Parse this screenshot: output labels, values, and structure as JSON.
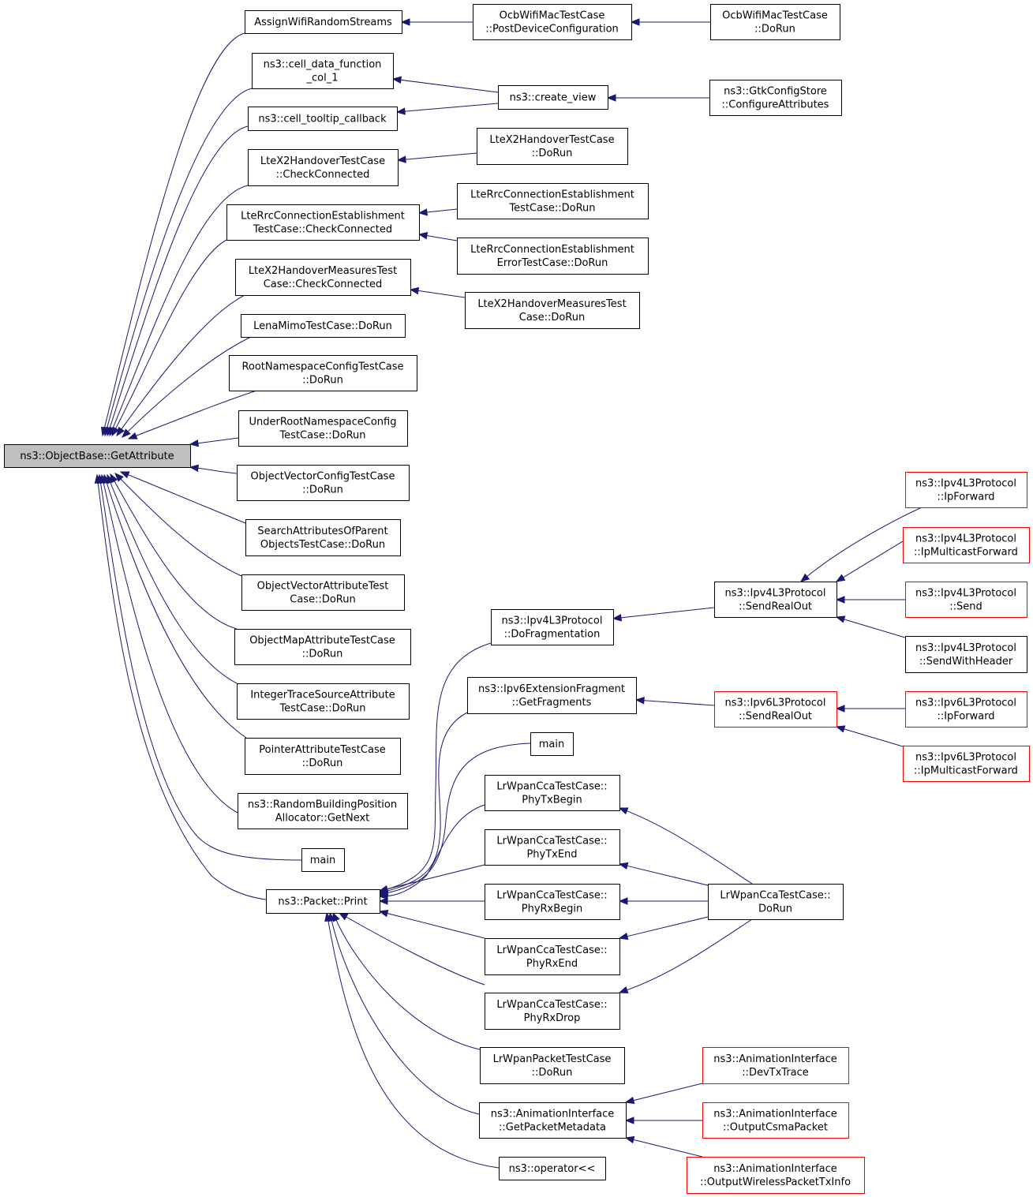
{
  "colors": {
    "edge": "#191970",
    "box_border": "#000000",
    "incomplete_border": "#ff0000",
    "root_fill": "#bfbfbf",
    "background": "#ffffff"
  },
  "nodes": [
    {
      "id": "root",
      "lines": [
        "ns3::ObjectBase::GetAttribute"
      ],
      "style": "root"
    },
    {
      "id": "n1",
      "lines": [
        "AssignWifiRandomStreams"
      ]
    },
    {
      "id": "n2",
      "lines": [
        "OcbWifiMacTestCase",
        "::PostDeviceConfiguration"
      ]
    },
    {
      "id": "n3",
      "lines": [
        "OcbWifiMacTestCase",
        "::DoRun"
      ]
    },
    {
      "id": "n4",
      "lines": [
        "ns3::cell_data_function",
        "_col_1"
      ]
    },
    {
      "id": "n5",
      "lines": [
        "ns3::create_view"
      ]
    },
    {
      "id": "n6",
      "lines": [
        "ns3::GtkConfigStore",
        "::ConfigureAttributes"
      ]
    },
    {
      "id": "n7",
      "lines": [
        "ns3::cell_tooltip_callback"
      ]
    },
    {
      "id": "n8",
      "lines": [
        "LteX2HandoverTestCase",
        "::CheckConnected"
      ]
    },
    {
      "id": "n9",
      "lines": [
        "LteX2HandoverTestCase",
        "::DoRun"
      ]
    },
    {
      "id": "n10",
      "lines": [
        "LteRrcConnectionEstablishment",
        "TestCase::CheckConnected"
      ]
    },
    {
      "id": "n11",
      "lines": [
        "LteRrcConnectionEstablishment",
        "TestCase::DoRun"
      ]
    },
    {
      "id": "n12",
      "lines": [
        "LteRrcConnectionEstablishment",
        "ErrorTestCase::DoRun"
      ]
    },
    {
      "id": "n13",
      "lines": [
        "LteX2HandoverMeasuresTest",
        "Case::CheckConnected"
      ]
    },
    {
      "id": "n14",
      "lines": [
        "LteX2HandoverMeasuresTest",
        "Case::DoRun"
      ]
    },
    {
      "id": "n15",
      "lines": [
        "LenaMimoTestCase::DoRun"
      ]
    },
    {
      "id": "n16",
      "lines": [
        "RootNamespaceConfigTestCase",
        "::DoRun"
      ]
    },
    {
      "id": "n17",
      "lines": [
        "UnderRootNamespaceConfig",
        "TestCase::DoRun"
      ]
    },
    {
      "id": "n18",
      "lines": [
        "ObjectVectorConfigTestCase",
        "::DoRun"
      ]
    },
    {
      "id": "n19",
      "lines": [
        "SearchAttributesOfParent",
        "ObjectsTestCase::DoRun"
      ]
    },
    {
      "id": "n20",
      "lines": [
        "ObjectVectorAttributeTest",
        "Case::DoRun"
      ]
    },
    {
      "id": "n21",
      "lines": [
        "ObjectMapAttributeTestCase",
        "::DoRun"
      ]
    },
    {
      "id": "n22",
      "lines": [
        "IntegerTraceSourceAttribute",
        "TestCase::DoRun"
      ]
    },
    {
      "id": "n23",
      "lines": [
        "PointerAttributeTestCase",
        "::DoRun"
      ]
    },
    {
      "id": "n24",
      "lines": [
        "ns3::RandomBuildingPosition",
        "Allocator::GetNext"
      ]
    },
    {
      "id": "n25",
      "lines": [
        "main"
      ]
    },
    {
      "id": "n26",
      "lines": [
        "ns3::Packet::Print"
      ]
    },
    {
      "id": "n27",
      "lines": [
        "ns3::Ipv4L3Protocol",
        "::DoFragmentation"
      ]
    },
    {
      "id": "n28",
      "lines": [
        "ns3::Ipv4L3Protocol",
        "::SendRealOut"
      ]
    },
    {
      "id": "n29",
      "lines": [
        "ns3::Ipv4L3Protocol",
        "::IpForward"
      ],
      "style": "red"
    },
    {
      "id": "n30",
      "lines": [
        "ns3::Ipv4L3Protocol",
        "::IpMulticastForward"
      ],
      "style": "red"
    },
    {
      "id": "n31",
      "lines": [
        "ns3::Ipv4L3Protocol",
        "::Send"
      ],
      "style": "red"
    },
    {
      "id": "n32",
      "lines": [
        "ns3::Ipv4L3Protocol",
        "::SendWithHeader"
      ]
    },
    {
      "id": "n33",
      "lines": [
        "ns3::Ipv6ExtensionFragment",
        "::GetFragments"
      ]
    },
    {
      "id": "n34",
      "lines": [
        "ns3::Ipv6L3Protocol",
        "::SendRealOut"
      ],
      "style": "red"
    },
    {
      "id": "n35",
      "lines": [
        "ns3::Ipv6L3Protocol",
        "::IpForward"
      ],
      "style": "red"
    },
    {
      "id": "n36",
      "lines": [
        "ns3::Ipv6L3Protocol",
        "::IpMulticastForward"
      ],
      "style": "red"
    },
    {
      "id": "n37",
      "lines": [
        "main"
      ]
    },
    {
      "id": "n38",
      "lines": [
        "LrWpanCcaTestCase::",
        "PhyTxBegin"
      ]
    },
    {
      "id": "n39",
      "lines": [
        "LrWpanCcaTestCase::",
        "DoRun"
      ]
    },
    {
      "id": "n40",
      "lines": [
        "LrWpanCcaTestCase::",
        "PhyTxEnd"
      ]
    },
    {
      "id": "n41",
      "lines": [
        "LrWpanCcaTestCase::",
        "PhyRxBegin"
      ]
    },
    {
      "id": "n42",
      "lines": [
        "LrWpanCcaTestCase::",
        "PhyRxEnd"
      ]
    },
    {
      "id": "n43",
      "lines": [
        "LrWpanCcaTestCase::",
        "PhyRxDrop"
      ]
    },
    {
      "id": "n44",
      "lines": [
        "LrWpanPacketTestCase",
        "::DoRun"
      ]
    },
    {
      "id": "n45",
      "lines": [
        "ns3::AnimationInterface",
        "::GetPacketMetadata"
      ]
    },
    {
      "id": "n46",
      "lines": [
        "ns3::AnimationInterface",
        "::DevTxTrace"
      ],
      "style": "red"
    },
    {
      "id": "n47",
      "lines": [
        "ns3::AnimationInterface",
        "::OutputCsmaPacket"
      ],
      "style": "red"
    },
    {
      "id": "n48",
      "lines": [
        "ns3::AnimationInterface",
        "::OutputWirelessPacketTxInfo"
      ],
      "style": "red"
    },
    {
      "id": "n49",
      "lines": [
        "ns3::operator<<"
      ]
    }
  ],
  "edges": [
    [
      "n1",
      "root"
    ],
    [
      "n4",
      "root"
    ],
    [
      "n7",
      "root"
    ],
    [
      "n8",
      "root"
    ],
    [
      "n10",
      "root"
    ],
    [
      "n13",
      "root"
    ],
    [
      "n15",
      "root"
    ],
    [
      "n16",
      "root"
    ],
    [
      "n17",
      "root"
    ],
    [
      "n18",
      "root"
    ],
    [
      "n19",
      "root"
    ],
    [
      "n20",
      "root"
    ],
    [
      "n21",
      "root"
    ],
    [
      "n22",
      "root"
    ],
    [
      "n23",
      "root"
    ],
    [
      "n24",
      "root"
    ],
    [
      "n25",
      "root"
    ],
    [
      "n26",
      "root"
    ],
    [
      "n2",
      "n1"
    ],
    [
      "n3",
      "n2"
    ],
    [
      "n5",
      "n4"
    ],
    [
      "n5",
      "n7"
    ],
    [
      "n6",
      "n5"
    ],
    [
      "n9",
      "n8"
    ],
    [
      "n11",
      "n10"
    ],
    [
      "n12",
      "n10"
    ],
    [
      "n14",
      "n13"
    ],
    [
      "n27",
      "n26"
    ],
    [
      "n33",
      "n26"
    ],
    [
      "n37",
      "n26"
    ],
    [
      "n38",
      "n26"
    ],
    [
      "n40",
      "n26"
    ],
    [
      "n41",
      "n26"
    ],
    [
      "n42",
      "n26"
    ],
    [
      "n43",
      "n26"
    ],
    [
      "n44",
      "n26"
    ],
    [
      "n45",
      "n26"
    ],
    [
      "n49",
      "n26"
    ],
    [
      "n28",
      "n27"
    ],
    [
      "n29",
      "n28"
    ],
    [
      "n30",
      "n28"
    ],
    [
      "n31",
      "n28"
    ],
    [
      "n32",
      "n28"
    ],
    [
      "n34",
      "n33"
    ],
    [
      "n35",
      "n34"
    ],
    [
      "n36",
      "n34"
    ],
    [
      "n39",
      "n38"
    ],
    [
      "n39",
      "n40"
    ],
    [
      "n39",
      "n41"
    ],
    [
      "n39",
      "n42"
    ],
    [
      "n39",
      "n43"
    ],
    [
      "n46",
      "n45"
    ],
    [
      "n47",
      "n45"
    ],
    [
      "n48",
      "n45"
    ]
  ]
}
